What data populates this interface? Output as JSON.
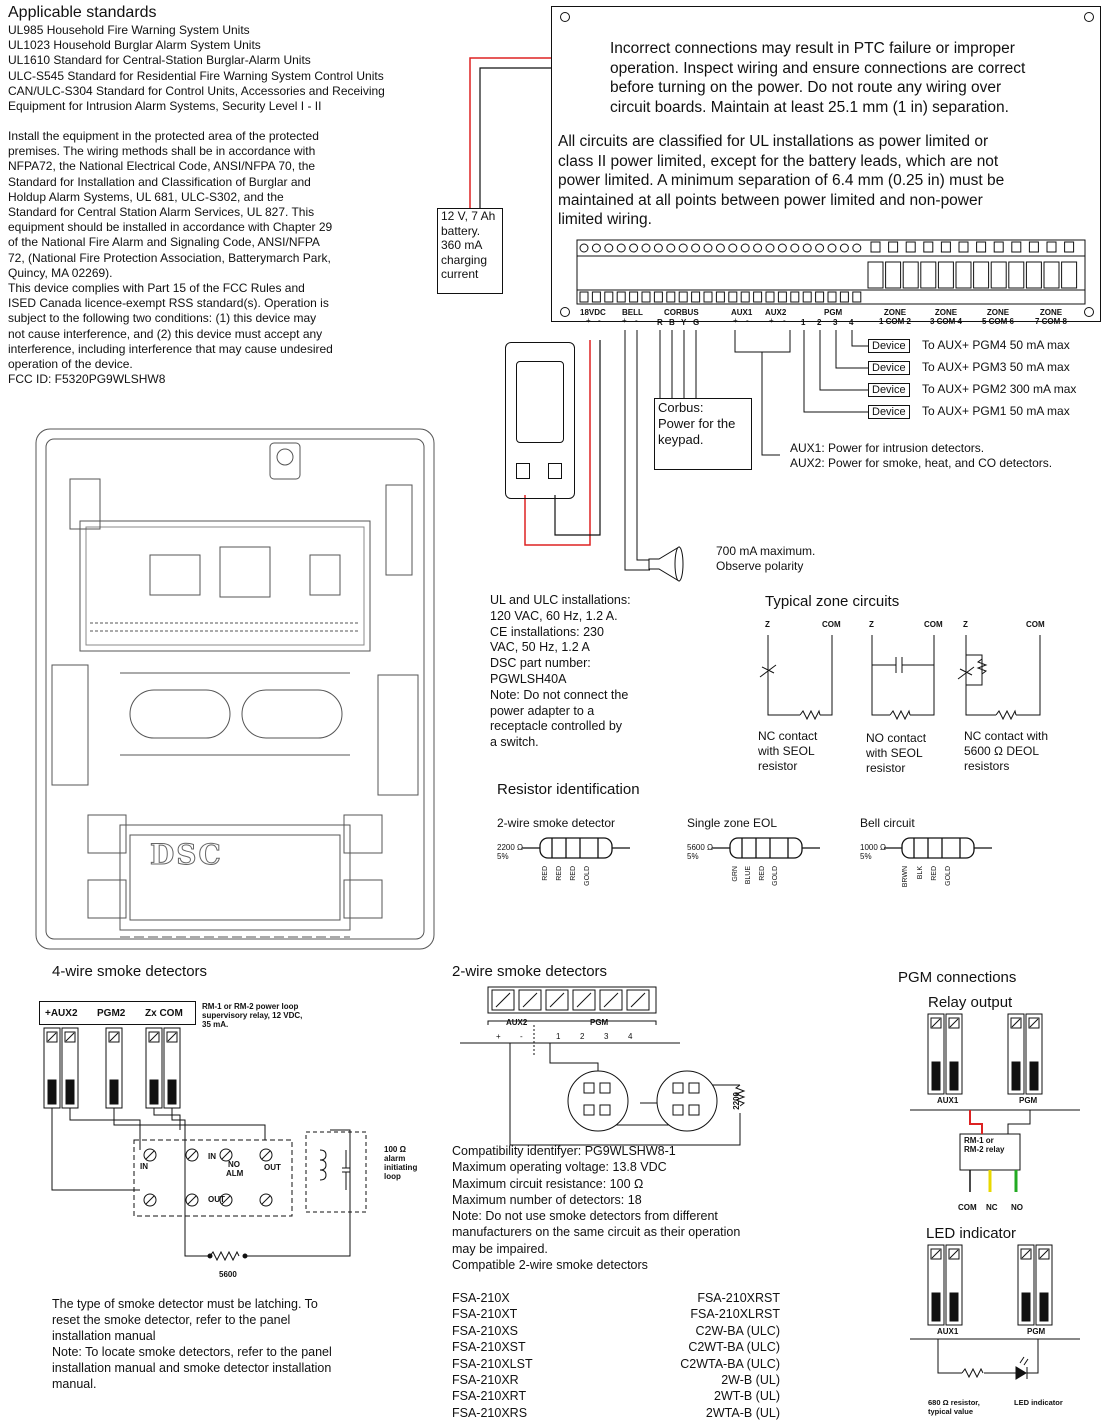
{
  "standards": {
    "heading": "Applicable standards",
    "lines": [
      "UL985 Household Fire Warning System Units",
      "UL1023 Household Burglar Alarm System Units",
      "UL1610 Standard for Central-Station Burglar-Alarm Units",
      "ULC-S545 Standard for Residential Fire Warning System Control Units",
      "CAN/ULC-S304 Standard for Control Units, Accessories and Receiving",
      "Equipment for Intrusion Alarm Systems, Security Level I - II"
    ],
    "install_text": [
      "Install the equipment in the protected area of the protected",
      "premises. The wiring methods shall be in accordance with",
      "NFPA72, the National Electrical Code, ANSI/NFPA 70, the",
      "Standard for Installation and Classification of Burglar and",
      "Holdup Alarm Systems, UL 681, ULC-S302, and the",
      "Standard for Central Station Alarm Services, UL 827. This",
      "equipment should be installed in accordance with Chapter 29",
      "of the National Fire Alarm and Signaling Code, ANSI/NFPA",
      "72, (National Fire Protection Association, Batterymarch Park,",
      "Quincy, MA 02269).",
      "This device complies with Part 15 of the FCC Rules and",
      "ISED Canada licence-exempt RSS standard(s). Operation is",
      "subject to the following two conditions: (1) this device may",
      "not cause interference, and (2) this device must accept any",
      "interference, including interference that may cause undesired",
      "operation of the device.",
      "FCC ID: F5320PG9WLSHW8"
    ]
  },
  "warning": {
    "lines": [
      "Incorrect connections may result in PTC failure or improper",
      "operation. Inspect wiring and ensure connections are correct",
      "before turning on the power. Do not route any wiring over",
      "circuit boards. Maintain at least 25.1 mm (1 in) separation."
    ],
    "circuits_lines": [
      "All circuits are classified for UL installations as power limited or",
      "class II power limited, except for the battery leads, which are not",
      "power limited. A minimum separation of 6.4 mm (0.25 in) must be",
      "maintained at all points between power limited and non-power",
      "limited wiring."
    ]
  },
  "battery": [
    "12 V, 7 Ah",
    "battery.",
    "360 mA",
    "charging",
    "current"
  ],
  "terminals": {
    "left_labels": [
      "18VDC",
      "BELL",
      "CORBUS",
      "AUX1",
      "AUX2",
      "PGM"
    ],
    "corbus_letters": [
      "R",
      "B",
      "Y",
      "G"
    ],
    "pgm_numbers": [
      "1",
      "2",
      "3",
      "4"
    ],
    "zone_labels": [
      "ZONE",
      "ZONE",
      "ZONE",
      "ZONE"
    ],
    "zone_com": [
      "1 COM 2",
      "3 COM 4",
      "5 COM 6",
      "7 COM 8"
    ],
    "plus": "+",
    "minus": "-"
  },
  "pgm_outputs": [
    {
      "device": "Device",
      "text": "To AUX+ PGM4 50 mA max"
    },
    {
      "device": "Device",
      "text": "To AUX+ PGM3 50 mA max"
    },
    {
      "device": "Device",
      "text": "To AUX+ PGM2 300 mA max"
    },
    {
      "device": "Device",
      "text": "To AUX+ PGM1 50 mA max"
    }
  ],
  "corbus_note": [
    "Corbus:",
    "Power for the",
    "keypad."
  ],
  "aux_note": [
    "AUX1: Power for intrusion detectors.",
    "AUX2: Power for smoke, heat, and CO detectors."
  ],
  "siren_note": [
    "700 mA maximum.",
    "Observe polarity"
  ],
  "power_note": [
    "UL and ULC installations:",
    "120 VAC, 60 Hz, 1.2 A.",
    "CE installations: 230",
    "VAC, 50 Hz, 1.2 A",
    "DSC part number:",
    "PGWLSH40A",
    "Note: Do not connect the",
    "power adapter to a",
    "receptacle controlled by",
    "a switch."
  ],
  "zone_circuits": {
    "heading": "Typical zone circuits",
    "z": "Z",
    "com": "COM",
    "captions": [
      [
        "NC contact",
        "with SEOL",
        "resistor"
      ],
      [
        "NO contact",
        "with SEOL",
        "resistor"
      ],
      [
        "NC contact with",
        "5600 Ω DEOL",
        "resistors"
      ]
    ]
  },
  "resistors": {
    "heading": "Resistor identification",
    "items": [
      {
        "title": "2-wire smoke detector",
        "value": "2200 Ω",
        "tol": "5%",
        "bands": [
          "RED",
          "RED",
          "RED",
          "GOLD"
        ]
      },
      {
        "title": "Single zone EOL",
        "value": "5600 Ω",
        "tol": "5%",
        "bands": [
          "GRN",
          "BLUE",
          "RED",
          "GOLD"
        ]
      },
      {
        "title": "Bell circuit",
        "value": "1000 Ω",
        "tol": "5%",
        "bands": [
          "BRWN",
          "BLK",
          "RED",
          "GOLD"
        ]
      }
    ]
  },
  "board_logo": "DSC",
  "four_wire": {
    "heading": "4-wire smoke detectors",
    "terminals": [
      "+AUX2",
      "PGM2",
      "Zx COM"
    ],
    "relay_note": [
      "RM-1 or RM-2 power loop",
      "supervisory relay, 12 VDC,",
      "35 mA."
    ],
    "loop_note": [
      "100 Ω",
      "alarm",
      "initiating",
      "loop"
    ],
    "resistor": "5600",
    "relay_labels": {
      "in": "IN",
      "no": "NO",
      "alm": "ALM",
      "out": "OUT"
    },
    "notes": [
      "The type of smoke detector must be latching. To",
      "reset the smoke detector, refer to the panel",
      "installation manual",
      "Note: To locate smoke detectors, refer to the panel",
      "installation manual and smoke detector installation",
      "manual."
    ]
  },
  "two_wire": {
    "heading": "2-wire smoke detectors",
    "aux_label": "AUX2",
    "pgm_label": "PGM",
    "nums": [
      "1",
      "2",
      "3",
      "4"
    ],
    "resistor": "2200",
    "specs": [
      "Compatibility identifyer: PG9WLSHW8-1",
      "Maximum operating voltage: 13.8 VDC",
      "Maximum circuit resistance: 100 Ω",
      "Maximum number of detectors: 18",
      "Note: Do not use smoke detectors from different",
      "manufacturers on the same circuit as their operation",
      "may be impaired.",
      "Compatible 2-wire smoke detectors"
    ],
    "compatible_left": [
      "FSA-210X",
      "FSA-210XT",
      "FSA-210XS",
      "FSA-210XST",
      "FSA-210XLST",
      "FSA-210XR",
      "FSA-210XRT",
      "FSA-210XRS"
    ],
    "compatible_right": [
      "FSA-210XRST",
      "FSA-210XLRST",
      "C2W-BA (ULC)",
      "C2WT-BA (ULC)",
      "C2WTA-BA (ULC)",
      "2W-B (UL)",
      "2WT-B (UL)",
      "2WTA-B (UL)"
    ]
  },
  "pgm_conn": {
    "heading": "PGM connections",
    "relay_heading": "Relay output",
    "led_heading": "LED indicator",
    "aux1": "AUX1",
    "pgm": "PGM",
    "relay_label": [
      "RM-1 or",
      "RM-2 relay"
    ],
    "contacts": [
      "COM",
      "NC",
      "NO"
    ],
    "res_note": [
      "680 Ω resistor,",
      "typical value"
    ],
    "led_note": "LED indicator"
  },
  "colors": {
    "red_wire": "#d22",
    "yellow_wire": "#e8d800",
    "green_wire": "#2a2",
    "line": "#111"
  }
}
